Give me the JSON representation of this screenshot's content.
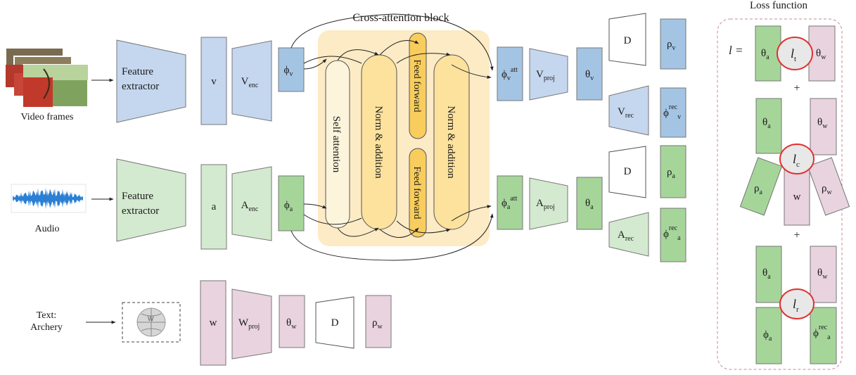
{
  "colors": {
    "blue_dark": "#a4c4e4",
    "blue_light": "#c5d7ef",
    "green_dark": "#a6d59a",
    "green_light": "#d4ead0",
    "pink": "#e8d3de",
    "cross_bg": "#fcebc5",
    "self_attn": "#fdf4dc",
    "norm": "#fde29d",
    "feed": "#f9cd5d",
    "ring": "#e03131",
    "dashed": "#c98a9a"
  },
  "inputs": {
    "video_caption": "Video frames",
    "audio_caption": "Audio",
    "text_caption_line1": "Text:",
    "text_caption_line2": "Archery"
  },
  "video": {
    "extractor_line1": "Feature",
    "extractor_line2": "extractor",
    "v": "v",
    "enc": {
      "base": "V",
      "sub": "enc"
    },
    "phi": {
      "base": "ϕ",
      "sub": "v"
    }
  },
  "audio": {
    "extractor_line1": "Feature",
    "extractor_line2": "extractor",
    "a": "a",
    "enc": {
      "base": "A",
      "sub": "enc"
    },
    "phi": {
      "base": "ϕ",
      "sub": "a"
    }
  },
  "cross_attention": {
    "title": "Cross-attention block",
    "self_attention": "Self attention",
    "norm1": "Norm & addition",
    "norm2": "Norm & addition",
    "feed1": "Feed forward",
    "feed2": "Feed forward"
  },
  "video_out": {
    "phi_att": {
      "base": "ϕ",
      "sub": "v",
      "sup": "att"
    },
    "proj": {
      "base": "V",
      "sub": "proj"
    },
    "theta": {
      "base": "θ",
      "sub": "v"
    },
    "D": "D",
    "rho": {
      "base": "ρ",
      "sub": "v"
    },
    "rec": {
      "base": "V",
      "sub": "rec"
    },
    "phi_rec": {
      "base": "ϕ",
      "sub": "v",
      "sup": "rec"
    }
  },
  "audio_out": {
    "phi_att": {
      "base": "ϕ",
      "sub": "a",
      "sup": "att"
    },
    "proj": {
      "base": "A",
      "sub": "proj"
    },
    "theta": {
      "base": "θ",
      "sub": "a"
    },
    "D": "D",
    "rho": {
      "base": "ρ",
      "sub": "a"
    },
    "rec": {
      "base": "A",
      "sub": "rec"
    },
    "phi_rec": {
      "base": "ϕ",
      "sub": "a",
      "sup": "rec"
    }
  },
  "text_branch": {
    "w": "w",
    "proj": {
      "base": "W",
      "sub": "proj"
    },
    "theta": {
      "base": "θ",
      "sub": "w"
    },
    "D": "D",
    "rho": {
      "base": "ρ",
      "sub": "w"
    }
  },
  "loss": {
    "title": "Loss function",
    "l_eq": "l =",
    "plus1": "+",
    "plus2": "+",
    "lt": {
      "theta_a": {
        "base": "θ",
        "sub": "a"
      },
      "l": {
        "base": "l",
        "sub": "t"
      },
      "theta_w": {
        "base": "θ",
        "sub": "w"
      }
    },
    "lc": {
      "theta_a": {
        "base": "θ",
        "sub": "a"
      },
      "theta_w": {
        "base": "θ",
        "sub": "w"
      },
      "l": {
        "base": "l",
        "sub": "c"
      },
      "rho_a": {
        "base": "ρ",
        "sub": "a"
      },
      "w": "w",
      "rho_w": {
        "base": "ρ",
        "sub": "w"
      }
    },
    "lr": {
      "theta_a": {
        "base": "θ",
        "sub": "a"
      },
      "theta_w": {
        "base": "θ",
        "sub": "w"
      },
      "l": {
        "base": "l",
        "sub": "r"
      },
      "phi_a": {
        "base": "ϕ",
        "sub": "a"
      },
      "phi_rec": {
        "base": "ϕ",
        "sub": "a",
        "sup": "rec"
      }
    }
  }
}
